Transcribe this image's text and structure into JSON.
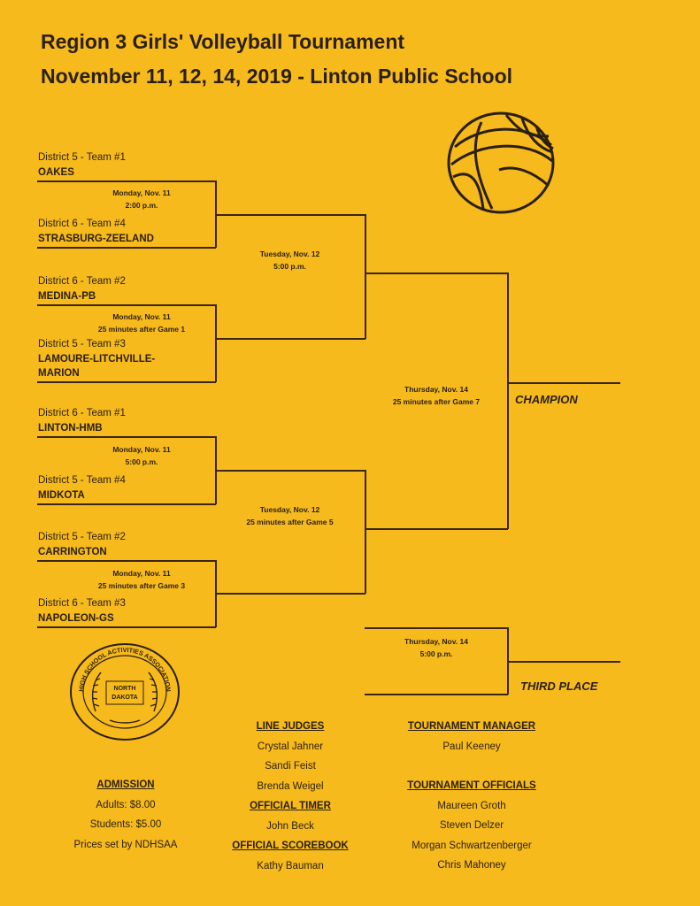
{
  "header": {
    "title": "Region 3 Girls' Volleyball Tournament",
    "subtitle": "November 11, 12, 14, 2019 - Linton Public School"
  },
  "bracket": {
    "slots": [
      {
        "seed": "District 5 - Team #1",
        "team": "OAKES"
      },
      {
        "seed": "District 6 - Team #4",
        "team": "STRASBURG-ZEELAND"
      },
      {
        "seed": "District 6 - Team #2",
        "team": "MEDINA-PB"
      },
      {
        "seed": "District 5 - Team #3",
        "team_line1": "LAMOURE-LITCHVILLE-",
        "team_line2": "MARION"
      },
      {
        "seed": "District 6 - Team #1",
        "team": "LINTON-HMB"
      },
      {
        "seed": "District 5 - Team #4",
        "team": "MIDKOTA"
      },
      {
        "seed": "District 5 - Team #2",
        "team": "CARRINGTON"
      },
      {
        "seed": "District 6 - Team #3",
        "team": "NAPOLEON-GS"
      }
    ],
    "games": [
      {
        "line1": "Monday, Nov. 11",
        "line2": "2:00 p.m."
      },
      {
        "line1": "Monday, Nov. 11",
        "line2": "25 minutes after Game 1"
      },
      {
        "line1": "Monday, Nov. 11",
        "line2": "5:00 p.m."
      },
      {
        "line1": "Monday, Nov. 11",
        "line2": "25 minutes after Game 3"
      },
      {
        "line1": "Tuesday, Nov. 12",
        "line2": "5:00 p.m."
      },
      {
        "line1": "Tuesday, Nov. 12",
        "line2": "25 minutes after Game 5"
      },
      {
        "line1": "Thursday, Nov. 14",
        "line2": "25 minutes after Game 7"
      },
      {
        "line1": "Thursday, Nov. 14",
        "line2": "5:00 p.m."
      }
    ],
    "champion_label": "CHAMPION",
    "third_place_label": "THIRD PLACE"
  },
  "seal": {
    "ring_text": "HIGH SCHOOL ACTIVITIES ASSOCIATION",
    "state_line1": "NORTH",
    "state_line2": "DAKOTA"
  },
  "admission": {
    "heading": "ADMISSION",
    "adults": "Adults:  $8.00",
    "students": "Students:  $5.00",
    "note": "Prices set by NDHSAA"
  },
  "staff": {
    "line_judges_heading": "LINE JUDGES",
    "line_judges": [
      "Crystal Jahner",
      "Sandi Feist",
      "Brenda Weigel"
    ],
    "timer_heading": "OFFICIAL TIMER",
    "timer": "John Beck",
    "scorebook_heading": "OFFICIAL SCOREBOOK",
    "scorebook": "Kathy Bauman",
    "manager_heading": "TOURNAMENT MANAGER",
    "manager": "Paul Keeney",
    "officials_heading": "TOURNAMENT OFFICIALS",
    "officials": [
      "Maureen Groth",
      "Steven Delzer",
      "Morgan Schwartzenberger",
      "Chris Mahoney"
    ]
  },
  "colors": {
    "background": "#f6ba1c",
    "ink": "#2a1f12"
  },
  "icons": [
    "volleyball-icon",
    "ndhsaa-seal-icon"
  ]
}
